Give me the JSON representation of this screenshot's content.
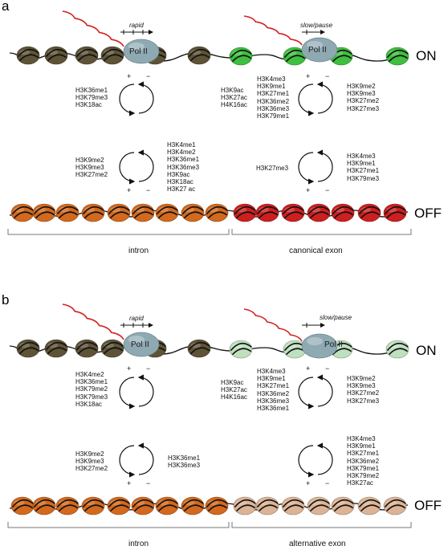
{
  "panels": [
    {
      "letter": "a",
      "on_label": "ON",
      "off_label": "OFF",
      "speed_left": "rapid",
      "speed_right": "slow/pause",
      "pol_left": "Pol II",
      "pol_right": "Pol II",
      "region_left": "intron",
      "region_right": "canonical exon",
      "on_left_marks": "H3K36me1\nH3K79me3\nH3K18ac",
      "on_mid_marks": "H3K9ac\nH3K27ac\nH4K16ac",
      "on_right_left_marks": "H3K4me3\nH3K9me1\nH3K27me1\nH3K36me2\nH3K36me3\nH3K79me1",
      "on_right_right_marks": "H3K9me2\nH3K9me3\nH3K27me2\nH3K27me3",
      "off_left_left_marks": "H3K9me2\nH3K9me3\nH3K27me2",
      "off_left_right_marks": "H3K4me1\nH3K4me2\nH3K36me1\nH3K36me3\nH3K9ac\nH3K18ac\nH3K27 ac",
      "off_right_left_marks": "H3K27me3",
      "off_right_right_marks": "H3K4me3\nH3K9me1\nH3K27me1\nH3K79me3",
      "colors": {
        "on_left": "#5e5337",
        "on_right": "#3fbf3f",
        "off_left": "#d2691e",
        "off_right": "#cc1f1f"
      }
    },
    {
      "letter": "b",
      "on_label": "ON",
      "off_label": "OFF",
      "speed_left": "rapid",
      "speed_right": "slow/pause",
      "pol_left": "Pol II",
      "pol_right": "Pol II",
      "region_left": "intron",
      "region_right": "alternative exon",
      "on_left_marks": "H3K4me2\nH3K36me1\nH3K79me2\nH3K79me3\nH3K18ac",
      "on_mid_marks": "H3K9ac\nH3K27ac\nH4K16ac",
      "on_right_left_marks": "H3K4me3\nH3K9me1\nH3K27me1\nH3K36me2\nH3K36me3\nH3K36me1",
      "on_right_right_marks": "H3K9me2\nH3K9me3\nH3K27me2\nH3K27me3",
      "off_left_left_marks": "H3K9me2\nH3K9me3\nH3K27me2",
      "off_left_right_marks": "H3K36me1\nH3K36me3",
      "off_right_left_marks": "",
      "off_right_right_marks": "H3K4me3\nH3K9me1\nH3K27me1\nH3K36me2\nH3K79me1\nH3K79me2\nH3K27ac",
      "colors": {
        "on_left": "#5e5337",
        "on_right": "#bfe0bf",
        "off_left": "#d2691e",
        "off_right": "#dcb495"
      }
    }
  ],
  "cycle_signs": {
    "plus": "+",
    "minus": "−"
  }
}
